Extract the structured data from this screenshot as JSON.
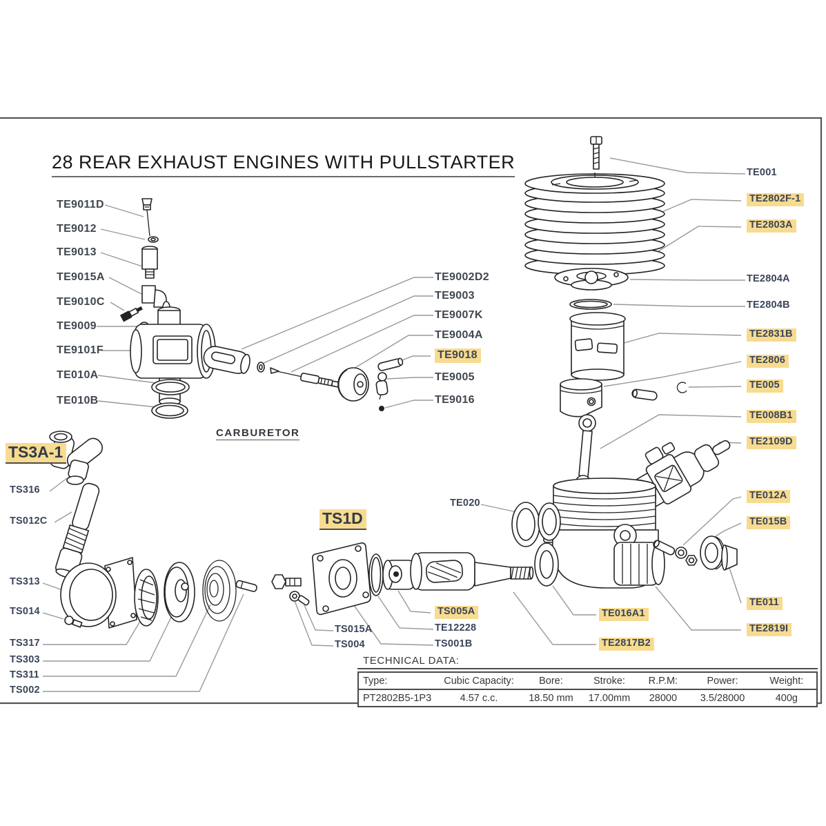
{
  "page": {
    "title": "28 REAR EXHAUST ENGINES WITH PULLSTARTER",
    "carburetor_caption": "CARBURETOR",
    "highlight_color": "#F7DB90",
    "line_color": "#97999c",
    "drawing_stroke_color": "#232323"
  },
  "labels": [
    {
      "id": "TE9011D",
      "text": "TE9011D",
      "group": "carburetor",
      "highlighted": false
    },
    {
      "id": "TE9012",
      "text": "TE9012",
      "group": "carburetor",
      "highlighted": false
    },
    {
      "id": "TE9013",
      "text": "TE9013",
      "group": "carburetor",
      "highlighted": false
    },
    {
      "id": "TE9015A",
      "text": "TE9015A",
      "group": "carburetor",
      "highlighted": false
    },
    {
      "id": "TE9010C",
      "text": "TE9010C",
      "group": "carburetor",
      "highlighted": false
    },
    {
      "id": "TE9009",
      "text": "TE9009",
      "group": "carburetor",
      "highlighted": false
    },
    {
      "id": "TE9101F",
      "text": "TE9101F",
      "group": "carburetor",
      "highlighted": false
    },
    {
      "id": "TE010A",
      "text": "TE010A",
      "group": "carburetor",
      "highlighted": false
    },
    {
      "id": "TE010B",
      "text": "TE010B",
      "group": "carburetor",
      "highlighted": false
    },
    {
      "id": "TE9002D2",
      "text": "TE9002D2",
      "group": "carburetor",
      "highlighted": false
    },
    {
      "id": "TE9003",
      "text": "TE9003",
      "group": "carburetor",
      "highlighted": false
    },
    {
      "id": "TE9007K",
      "text": "TE9007K",
      "group": "carburetor",
      "highlighted": false
    },
    {
      "id": "TE9004A",
      "text": "TE9004A",
      "group": "carburetor",
      "highlighted": false
    },
    {
      "id": "TE9018",
      "text": "TE9018",
      "group": "carburetor",
      "highlighted": true
    },
    {
      "id": "TE9005",
      "text": "TE9005",
      "group": "carburetor",
      "highlighted": false
    },
    {
      "id": "TE9016",
      "text": "TE9016",
      "group": "carburetor",
      "highlighted": false
    },
    {
      "id": "TE001",
      "text": "TE001",
      "group": "engine",
      "highlighted": false
    },
    {
      "id": "TE2802F-1",
      "text": "TE2802F-1",
      "group": "engine",
      "highlighted": true
    },
    {
      "id": "TE2803A",
      "text": "TE2803A",
      "group": "engine",
      "highlighted": true
    },
    {
      "id": "TE2804A",
      "text": "TE2804A",
      "group": "engine",
      "highlighted": false
    },
    {
      "id": "TE2804B",
      "text": "TE2804B",
      "group": "engine",
      "highlighted": false
    },
    {
      "id": "TE2831B",
      "text": "TE2831B",
      "group": "engine",
      "highlighted": true
    },
    {
      "id": "TE2806",
      "text": "TE2806",
      "group": "engine",
      "highlighted": true
    },
    {
      "id": "TE005",
      "text": "TE005",
      "group": "engine",
      "highlighted": true
    },
    {
      "id": "TE008B1",
      "text": "TE008B1",
      "group": "engine",
      "highlighted": true
    },
    {
      "id": "TE2109D",
      "text": "TE2109D",
      "group": "engine",
      "highlighted": true
    },
    {
      "id": "TE012A",
      "text": "TE012A",
      "group": "engine",
      "highlighted": true
    },
    {
      "id": "TE015B",
      "text": "TE015B",
      "group": "engine",
      "highlighted": true
    },
    {
      "id": "TE011",
      "text": "TE011",
      "group": "engine",
      "highlighted": true
    },
    {
      "id": "TE2819I",
      "text": "TE2819I",
      "group": "engine",
      "highlighted": true
    },
    {
      "id": "TE020",
      "text": "TE020",
      "group": "engine",
      "highlighted": false
    },
    {
      "id": "TS005A",
      "text": "TS005A",
      "group": "crank-assembly",
      "highlighted": true
    },
    {
      "id": "TE12228",
      "text": "TE12228",
      "group": "crank-assembly",
      "highlighted": false
    },
    {
      "id": "TS001B",
      "text": "TS001B",
      "group": "crank-assembly",
      "highlighted": false
    },
    {
      "id": "TS015A",
      "text": "TS015A",
      "group": "crank-assembly",
      "highlighted": false
    },
    {
      "id": "TS004",
      "text": "TS004",
      "group": "crank-assembly",
      "highlighted": false
    },
    {
      "id": "TE016A1",
      "text": "TE016A1",
      "group": "engine",
      "highlighted": true
    },
    {
      "id": "TE2817B2",
      "text": "TE2817B2",
      "group": "crank-assembly",
      "highlighted": true
    },
    {
      "id": "TS3A-1",
      "text": "TS3A-1",
      "group": "assembly-title",
      "highlighted": true
    },
    {
      "id": "TS316",
      "text": "TS316",
      "group": "pullstarter",
      "highlighted": false
    },
    {
      "id": "TS012C",
      "text": "TS012C",
      "group": "pullstarter",
      "highlighted": false
    },
    {
      "id": "TS313",
      "text": "TS313",
      "group": "pullstarter",
      "highlighted": false
    },
    {
      "id": "TS014",
      "text": "TS014",
      "group": "pullstarter",
      "highlighted": false
    },
    {
      "id": "TS317",
      "text": "TS317",
      "group": "pullstarter",
      "highlighted": false
    },
    {
      "id": "TS303",
      "text": "TS303",
      "group": "pullstarter",
      "highlighted": false
    },
    {
      "id": "TS311",
      "text": "TS311",
      "group": "pullstarter",
      "highlighted": false
    },
    {
      "id": "TS002",
      "text": "TS002",
      "group": "pullstarter",
      "highlighted": false
    },
    {
      "id": "TS1D",
      "text": "TS1D",
      "group": "assembly-title",
      "highlighted": true
    }
  ],
  "technical_data": {
    "heading": "TECHNICAL DATA:",
    "columns": [
      "Type:",
      "Cubic Capacity:",
      "Bore:",
      "Stroke:",
      "R.P.M:",
      "Power:",
      "Weight:"
    ],
    "values": [
      "PT2802B5-1P3",
      "4.57 c.c.",
      "18.50 mm",
      "17.00mm",
      "28000",
      "3.5/28000",
      "400g"
    ]
  }
}
